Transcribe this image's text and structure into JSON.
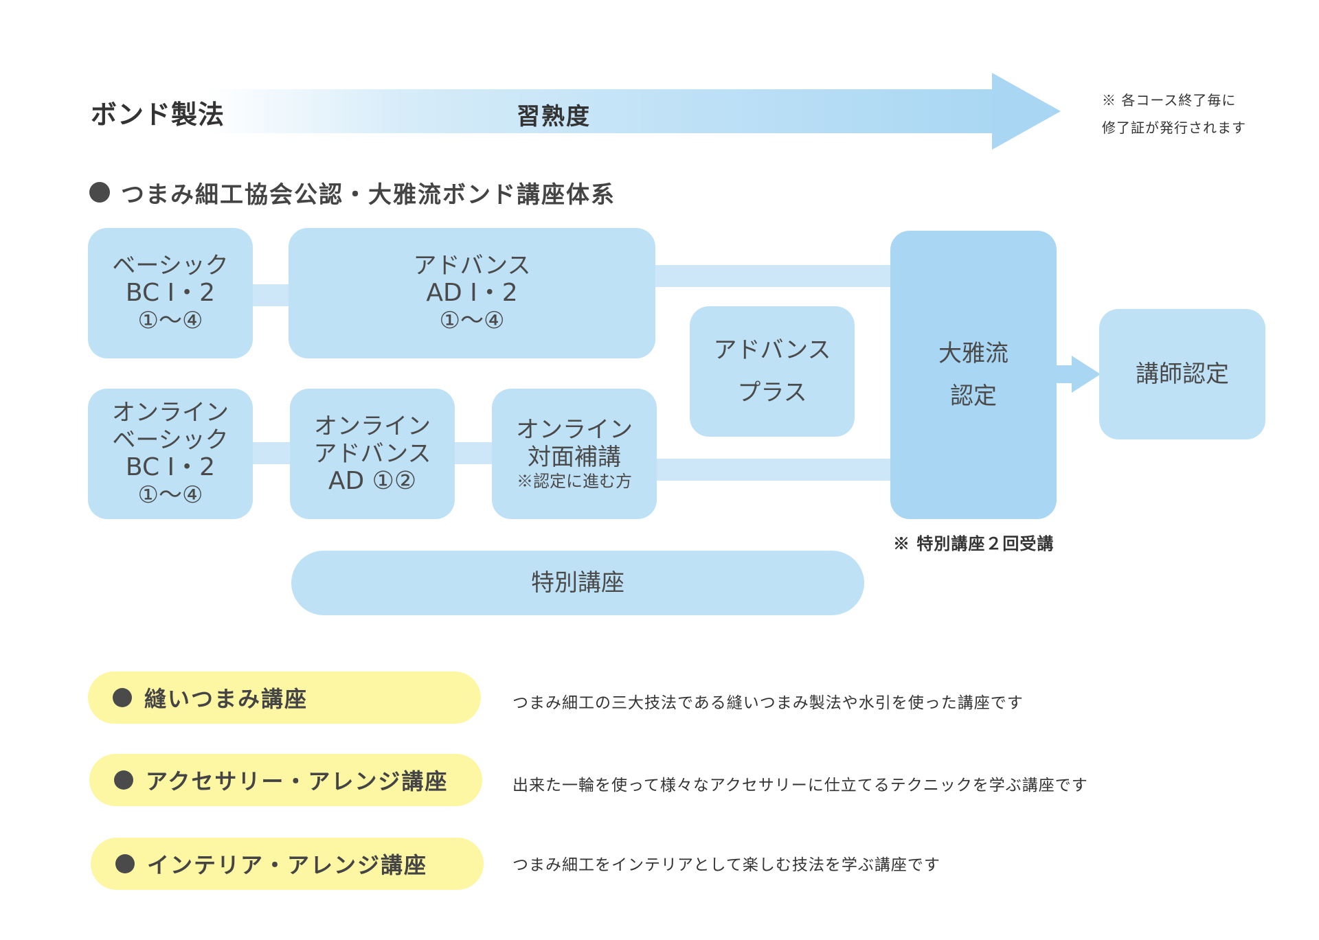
{
  "header": {
    "method": "ボンド製法",
    "mastery": "習熟度",
    "note_lines": [
      "※ 各コース終了毎に",
      "修了証が発行されます"
    ]
  },
  "section_title": "つまみ細工協会公認・大雅流ボンド講座体系",
  "boxes": {
    "basic": [
      "ベーシック",
      "BC Ⅰ・2",
      "①〜④"
    ],
    "advance": [
      "アドバンス",
      "AD Ⅰ・2",
      "①〜④"
    ],
    "advance_plus": [
      "アドバンス",
      "プラス"
    ],
    "online_basic": [
      "オンライン",
      "ベーシック",
      "BC Ⅰ・2",
      "①〜④"
    ],
    "online_advance": [
      "オンライン",
      "アドバンス",
      "AD ①②"
    ],
    "online_face": [
      "オンライン",
      "対面補講",
      "※認定に進む方"
    ],
    "taiga": [
      "大雅流",
      "認定"
    ],
    "instructor": "講師認定",
    "special": "特別講座"
  },
  "special_note": "※ 特別講座２回受講",
  "courses": [
    {
      "name": "縫いつまみ講座",
      "desc": "つまみ細工の三大技法である縫いつまみ製法や水引を使った講座です"
    },
    {
      "name": "アクセサリー・アレンジ講座",
      "desc": "出来た一輪を使って様々なアクセサリーに仕立てるテクニックを学ぶ講座です"
    },
    {
      "name": "インテリア・アレンジ講座",
      "desc": "つまみ細工をインテリアとして楽しむ技法を学ぶ講座です"
    }
  ],
  "colors": {
    "box": "#bfe1f6",
    "box_dark": "#a8d6f3",
    "pill": "#fdf6a3",
    "arrow": "#a9d7f3"
  }
}
